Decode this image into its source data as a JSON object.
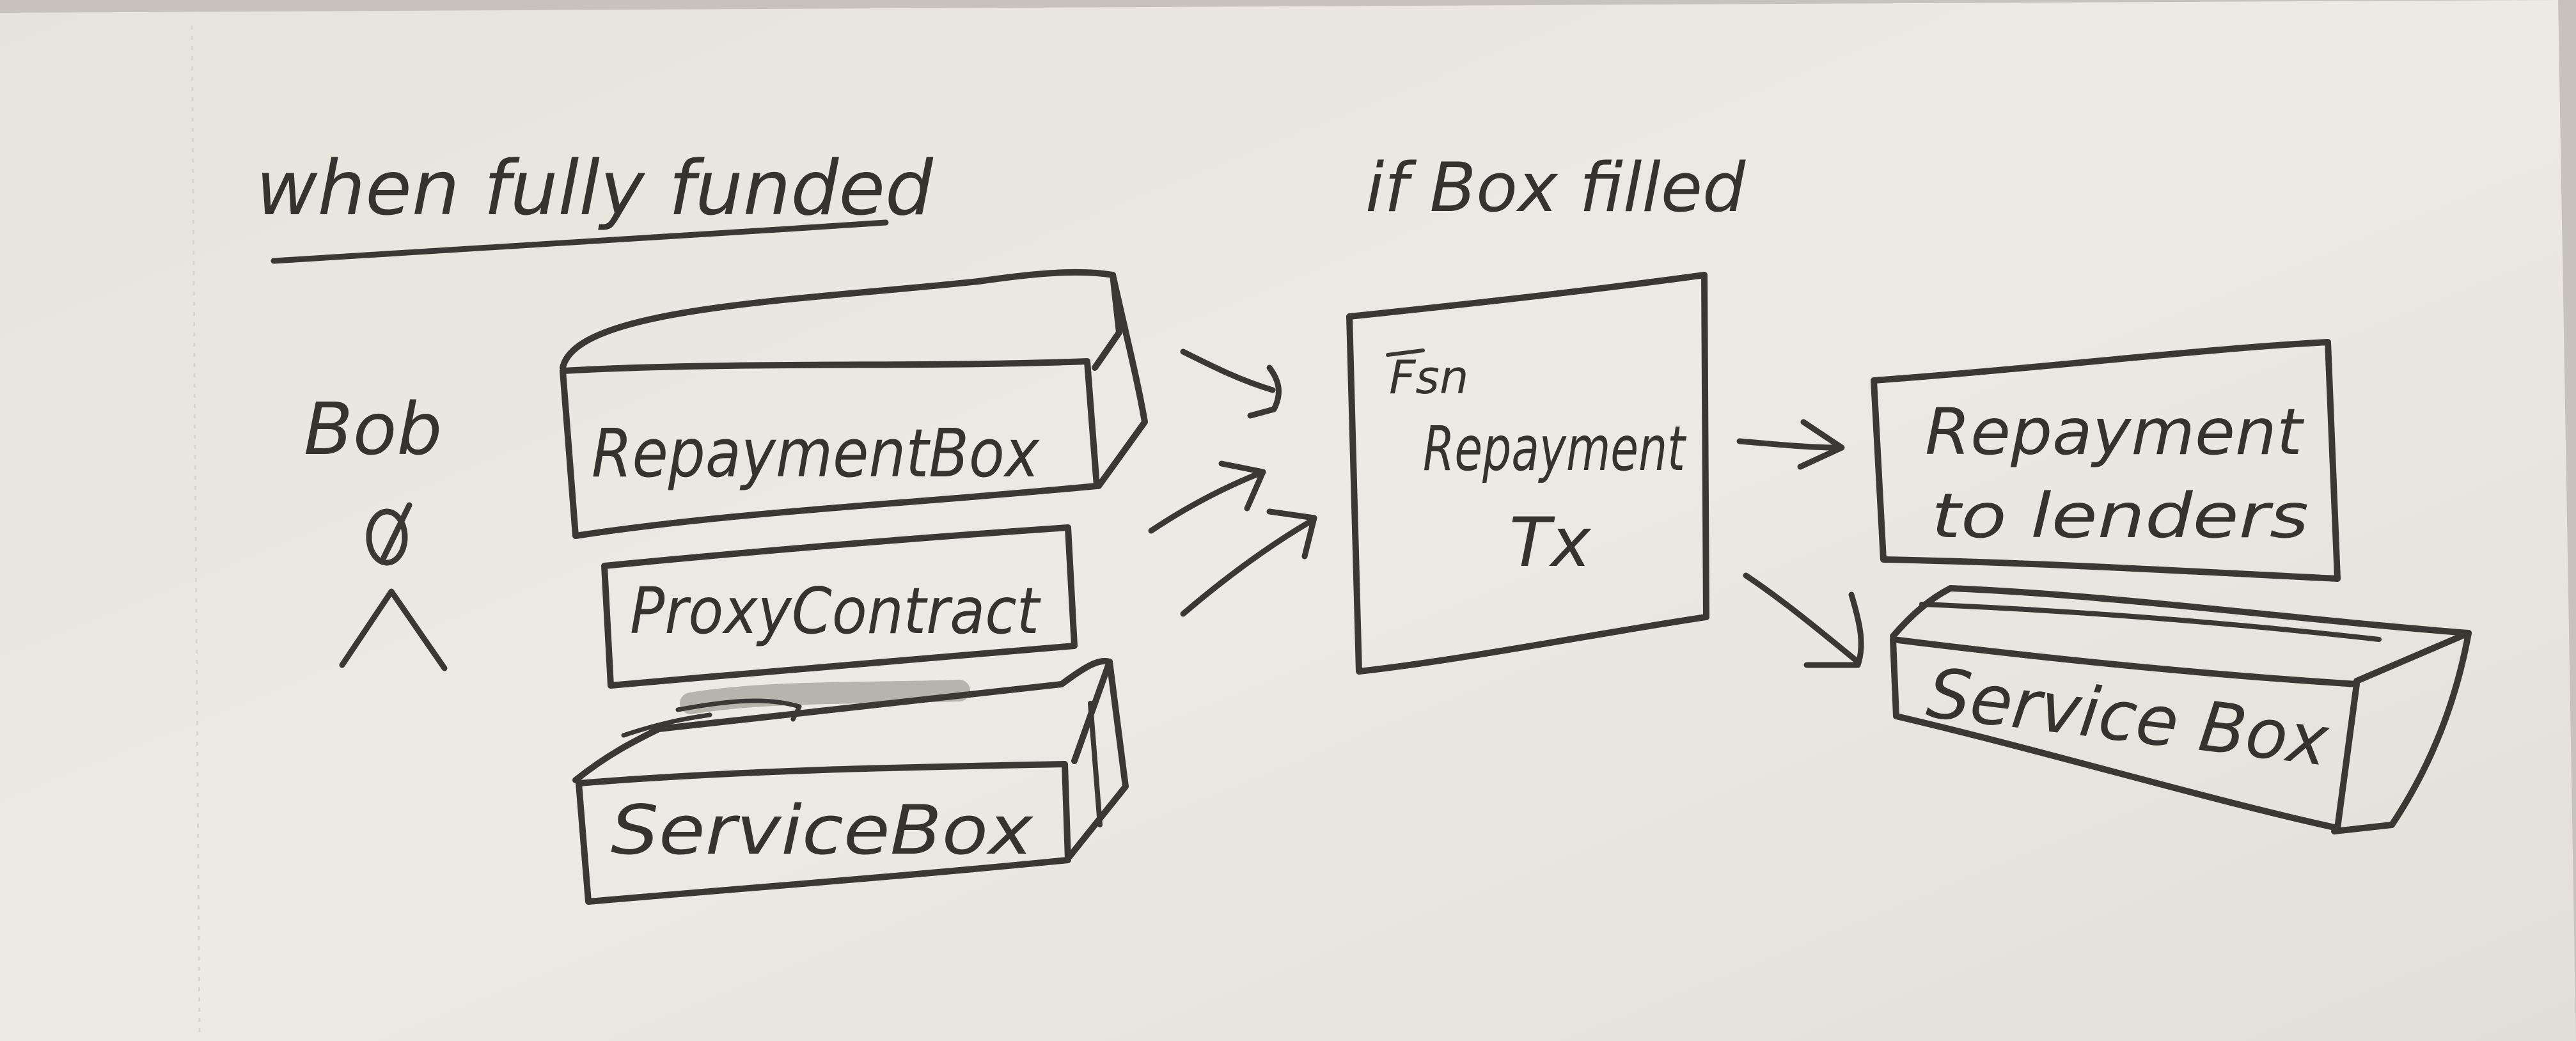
{
  "heading": "when fully funded",
  "condition": "if Box filled",
  "actor": "Bob",
  "inputs": {
    "repayment_box": "RepaymentBox",
    "proxy_contract": "ProxyContract",
    "service_box": "ServiceBox"
  },
  "transaction": {
    "scribble": "Fsn",
    "label_line1": "Repayment",
    "label_line2": "Tx"
  },
  "outputs": {
    "repayment_line1": "Repayment",
    "repayment_line2": "to lenders",
    "service_box": "Service Box"
  },
  "colors": {
    "paper": "#ebe8e3",
    "ink": "#35332f"
  }
}
